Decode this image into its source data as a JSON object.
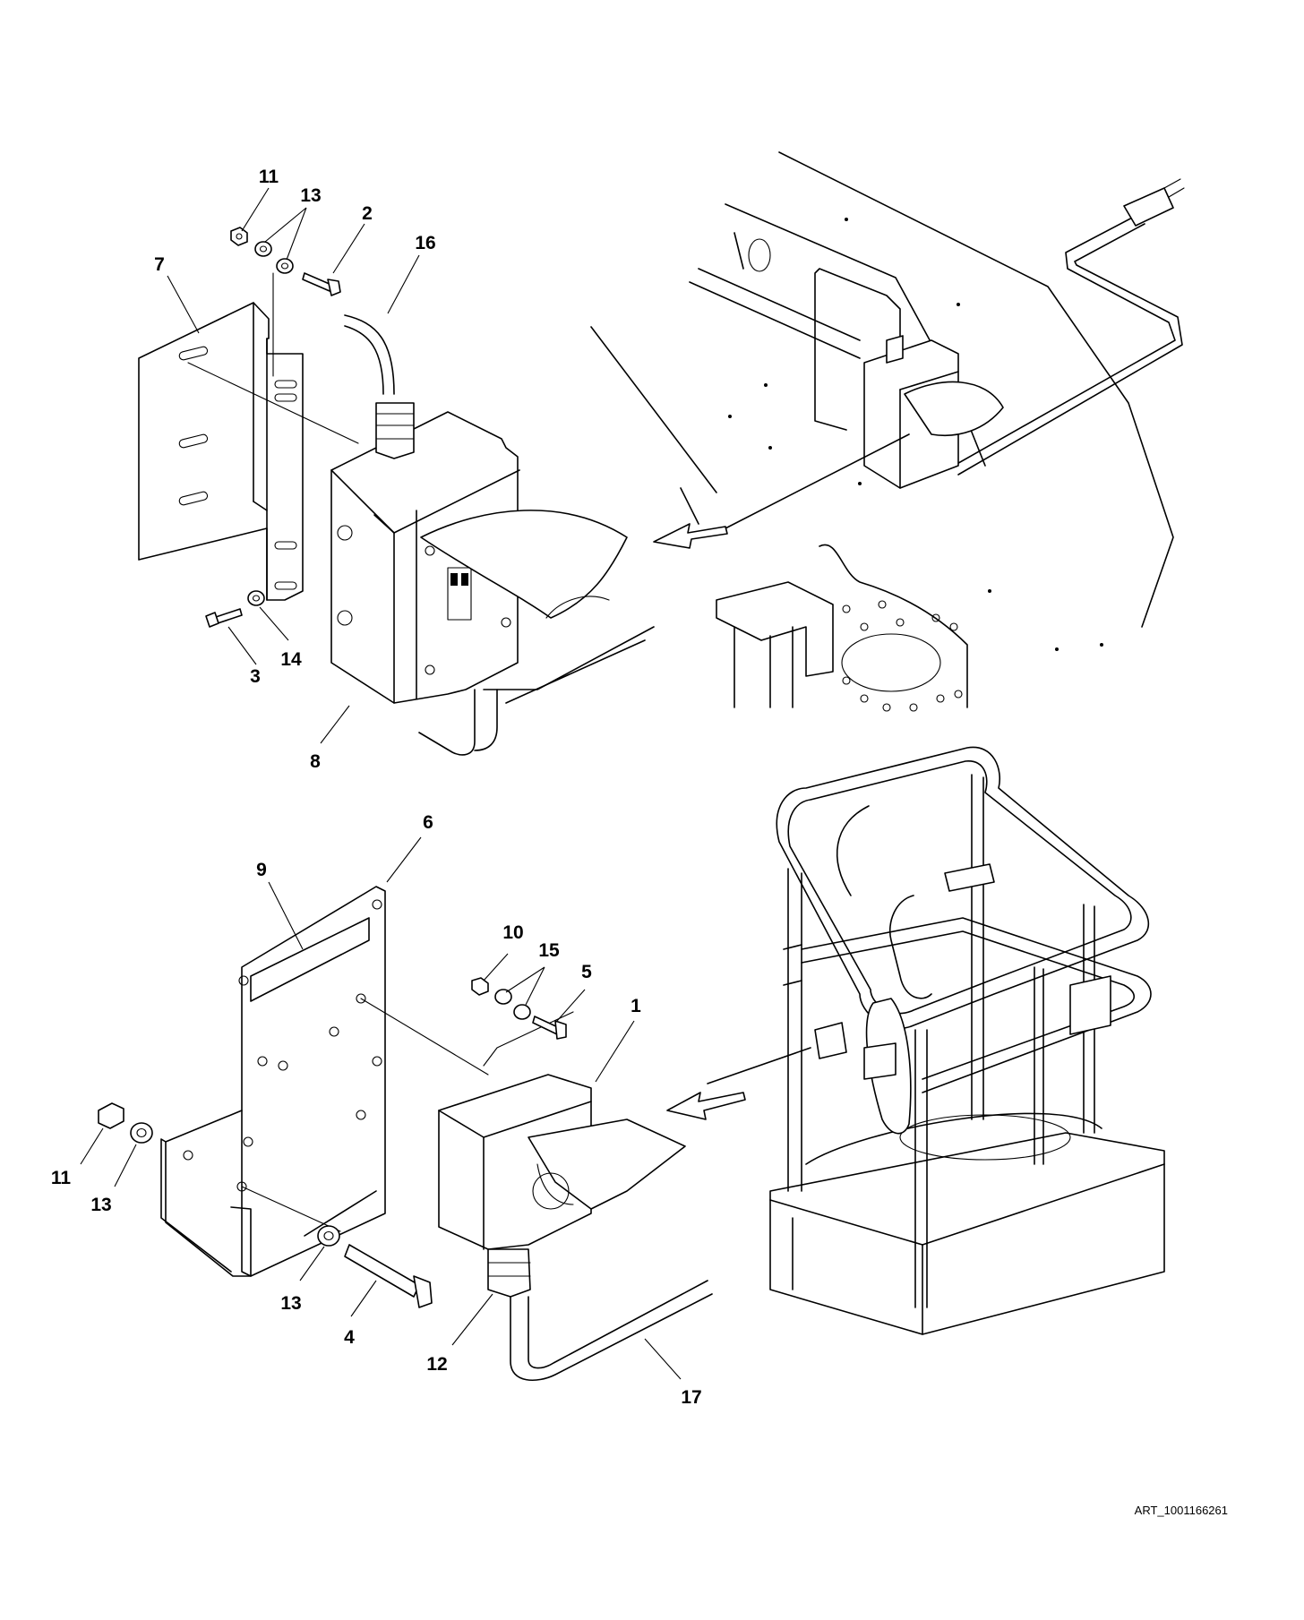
{
  "callouts": {
    "top_left": [
      {
        "id": "c11a",
        "label": "11"
      },
      {
        "id": "c13a",
        "label": "13"
      },
      {
        "id": "c2",
        "label": "2"
      },
      {
        "id": "c16",
        "label": "16"
      },
      {
        "id": "c7",
        "label": "7"
      },
      {
        "id": "c14",
        "label": "14"
      },
      {
        "id": "c3",
        "label": "3"
      },
      {
        "id": "c8",
        "label": "8"
      }
    ],
    "bottom_left": [
      {
        "id": "c6",
        "label": "6"
      },
      {
        "id": "c9",
        "label": "9"
      },
      {
        "id": "c10",
        "label": "10"
      },
      {
        "id": "c15",
        "label": "15"
      },
      {
        "id": "c5",
        "label": "5"
      },
      {
        "id": "c1",
        "label": "1"
      },
      {
        "id": "c11b",
        "label": "11"
      },
      {
        "id": "c13b",
        "label": "13"
      },
      {
        "id": "c13c",
        "label": "13"
      },
      {
        "id": "c4",
        "label": "4"
      },
      {
        "id": "c12",
        "label": "12"
      },
      {
        "id": "c17",
        "label": "17"
      }
    ]
  },
  "art_reference": "ART_1001166261"
}
